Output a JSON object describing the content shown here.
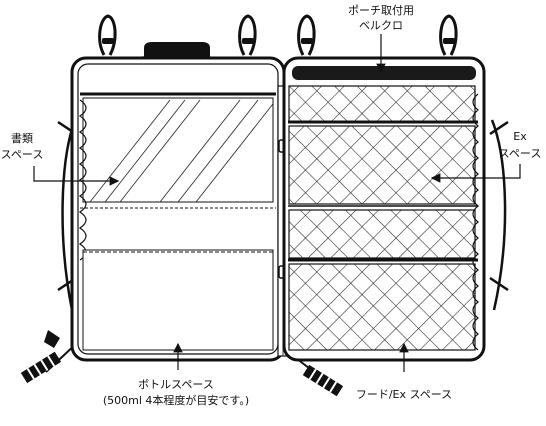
{
  "labels": {
    "pouch_velcro": [
      "ポーチ取付用",
      "ベルクロ"
    ],
    "documents_space": [
      "書類",
      "スペース"
    ],
    "ex_space": [
      "Ex",
      "スペース"
    ],
    "bottle_space": [
      "ボトルスペース",
      "(500ml 4本程度が目安です。)"
    ],
    "hood_ex_space": "フード/Ex スペース"
  },
  "colors": {
    "line": "#111111",
    "fill": "#ffffff",
    "band": "#1a1a1a",
    "mesh": "#222222"
  }
}
